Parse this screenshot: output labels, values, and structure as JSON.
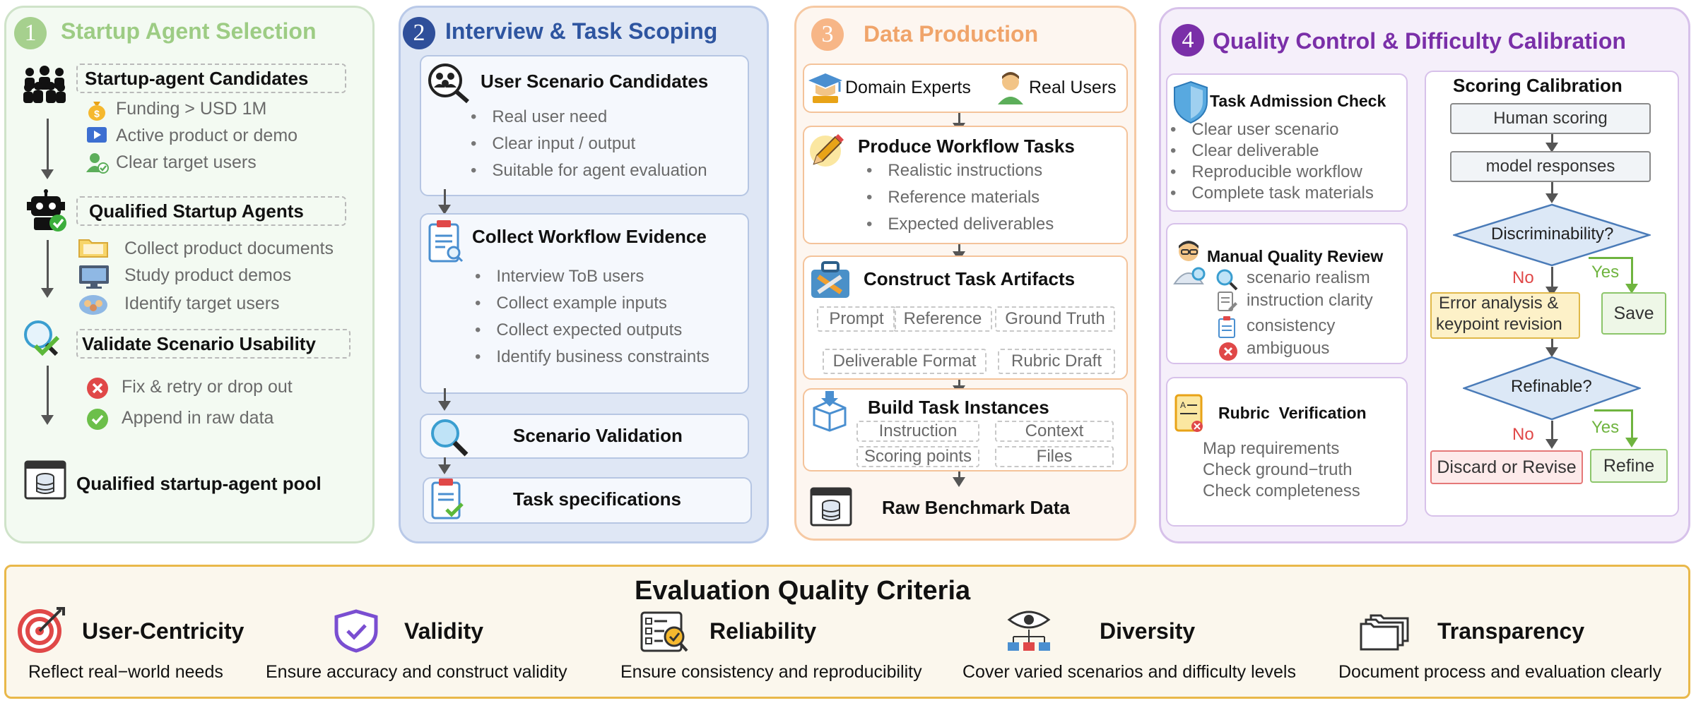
{
  "colors": {
    "panel1_border": "#cfe3c9",
    "panel1_bg": "#f3faf2",
    "panel1_title": "#9dcc84",
    "panel2_border": "#b9c9e8",
    "panel2_bg": "#dfe7f5",
    "panel2_title": "#2e55a0",
    "panel3_border": "#f6c9a3",
    "panel3_bg": "#fdf6f0",
    "panel3_title": "#f0a46a",
    "panel4_border": "#d7c1ea",
    "panel4_bg": "#f5effa",
    "panel4_title": "#7a2fa8",
    "criteria_border": "#e9b84a",
    "criteria_bg": "#fbf7ed",
    "yes": "#6fb43f",
    "no": "#e04848"
  },
  "panel1": {
    "number": "1",
    "title": "Startup Agent Selection",
    "candidates_title": "Startup-agent Candidates",
    "candidates_items": [
      "Funding > USD 1M",
      "Active product or demo",
      "Clear target users"
    ],
    "qualified_title": "Qualified Startup Agents",
    "qualified_items": [
      "Collect product documents",
      "Study product demos",
      "Identify target users"
    ],
    "validate_title": "Validate Scenario Usability",
    "validate_items": [
      "Fix & retry or drop out",
      "Append in raw data"
    ],
    "pool_title": "Qualified startup-agent pool"
  },
  "panel2": {
    "number": "2",
    "title": "Interview & Task Scoping",
    "scenario_title": "User Scenario Candidates",
    "scenario_items": [
      "Real user need",
      "Clear input / output",
      "Suitable for agent evaluation"
    ],
    "evidence_title": "Collect Workflow Evidence",
    "evidence_items": [
      "Interview ToB users",
      "Collect example inputs",
      "Collect expected outputs",
      "Identify business constraints"
    ],
    "validation_title": "Scenario Validation",
    "spec_title": "Task specifications"
  },
  "panel3": {
    "number": "3",
    "title": "Data Production",
    "experts_label": "Domain Experts",
    "users_label": "Real Users",
    "produce_title": "Produce Workflow Tasks",
    "produce_items": [
      "Realistic instructions",
      "Reference materials",
      "Expected deliverables"
    ],
    "artifacts_title": "Construct Task Artifacts",
    "artifact_tags": [
      "Prompt",
      "Reference",
      "Ground Truth",
      "Deliverable Format",
      "Rubric Draft"
    ],
    "instances_title": "Build Task Instances",
    "instance_tags": [
      "Instruction",
      "Context",
      "Scoring points",
      "Files"
    ],
    "raw_title": "Raw Benchmark Data"
  },
  "panel4": {
    "number": "4",
    "title": "Quality Control & Difficulty Calibration",
    "admission_title": "Task Admission Check",
    "admission_items": [
      "Clear user scenario",
      "Clear deliverable",
      "Reproducible workflow",
      "Complete task materials"
    ],
    "review_title": "Manual Quality Review",
    "review_items": [
      "scenario realism",
      "instruction clarity",
      "consistency",
      "ambiguous"
    ],
    "rubric_title": "Rubric  Verification",
    "rubric_items": [
      "Map requirements",
      "Check ground−truth",
      "Check completeness"
    ],
    "scoring_title": "Scoring Calibration",
    "flow": {
      "human": "Human scoring",
      "model": "model responses",
      "disc": "Discriminability?",
      "no1": "No",
      "yes1": "Yes",
      "error_line1": "Error analysis &",
      "error_line2": "keypoint revision",
      "save": "Save",
      "refinable": "Refinable?",
      "no2": "No",
      "yes2": "Yes",
      "discard": "Discard or Revise",
      "refine": "Refine"
    }
  },
  "criteria": {
    "title": "Evaluation Quality Criteria",
    "items": [
      {
        "name": "User-Centricity",
        "desc": "Reflect real−world needs",
        "icon": "target-icon"
      },
      {
        "name": "Validity",
        "desc": "Ensure accuracy and construct validity",
        "icon": "shield-check-icon"
      },
      {
        "name": "Reliability",
        "desc": "Ensure consistency and reproducibility",
        "icon": "checklist-icon"
      },
      {
        "name": "Diversity",
        "desc": "Cover varied scenarios and difficulty levels",
        "icon": "eye-network-icon"
      },
      {
        "name": "Transparency",
        "desc": "Document process and evaluation clearly",
        "icon": "folders-icon"
      }
    ]
  }
}
